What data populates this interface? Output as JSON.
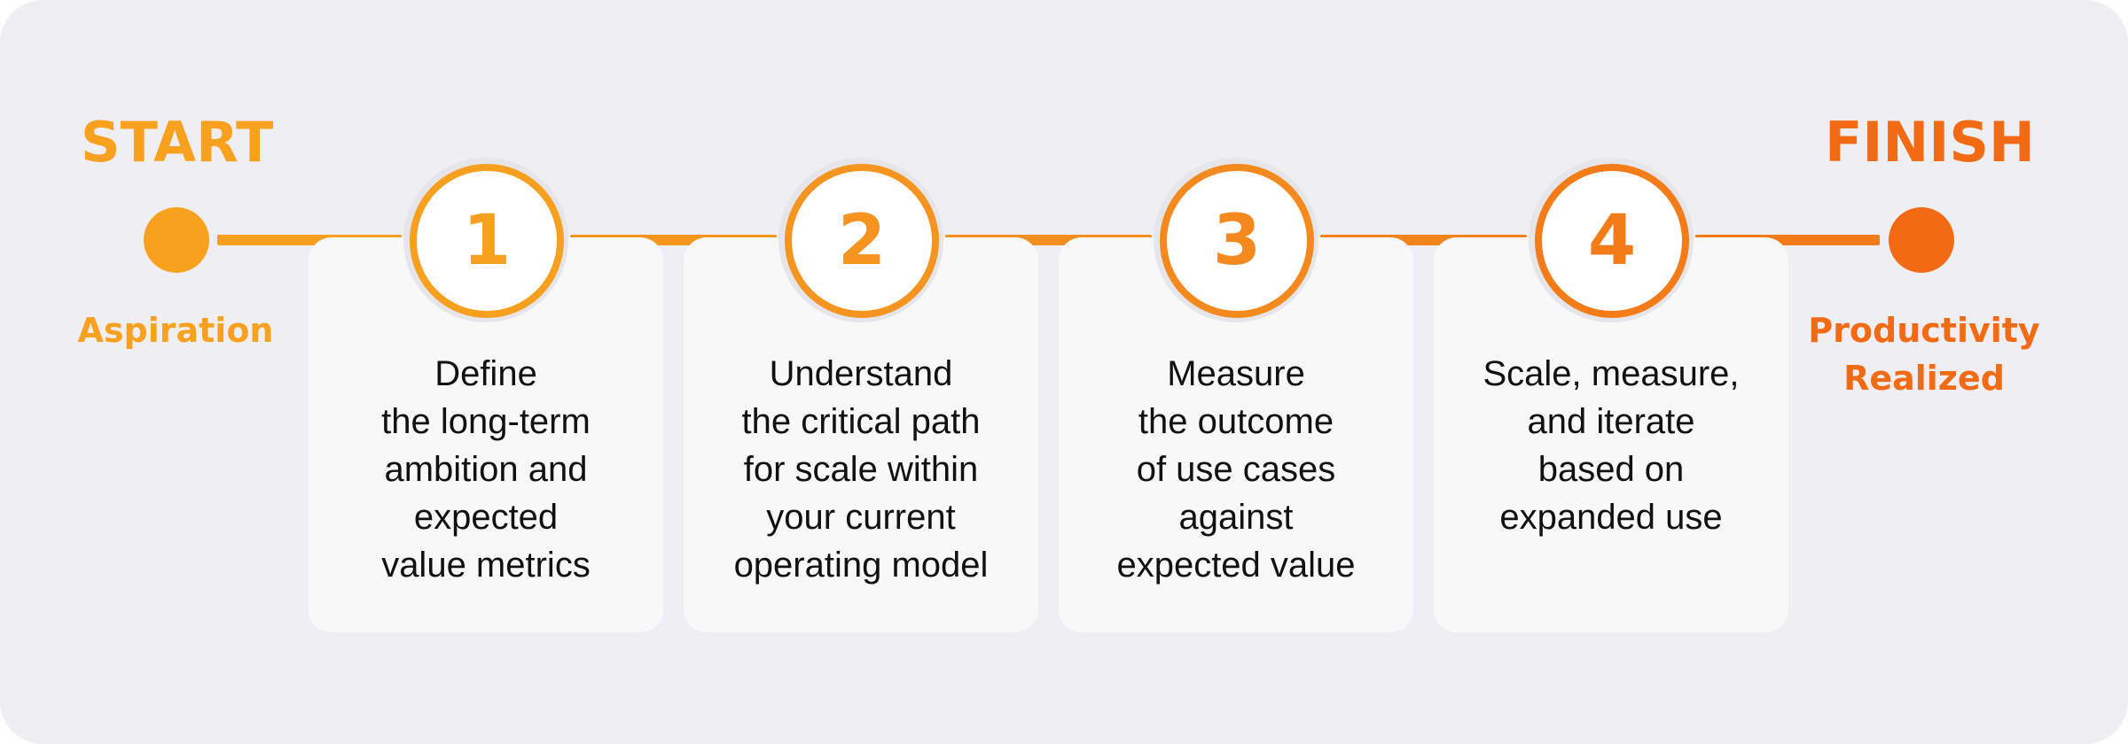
{
  "start": {
    "title": "START",
    "subtitle": "Aspiration"
  },
  "finish": {
    "title": "FINISH",
    "subtitle": "Productivity\nRealized"
  },
  "steps": [
    {
      "number": "1",
      "text": "Define\nthe long-term\nambition and\nexpected\nvalue metrics"
    },
    {
      "number": "2",
      "text": "Understand\nthe critical path\nfor scale within\nyour current\noperating model"
    },
    {
      "number": "3",
      "text": "Measure\nthe outcome\nof use cases\nagainst\nexpected value"
    },
    {
      "number": "4",
      "text": "Scale, measure,\nand iterate\nbased on\nexpanded use"
    }
  ],
  "colors": {
    "start": "#f7a11f",
    "mid": "#f4861e",
    "finish": "#f26a14",
    "panel": "#efeff3",
    "card": "#f8f8f9",
    "text": "#111111"
  }
}
